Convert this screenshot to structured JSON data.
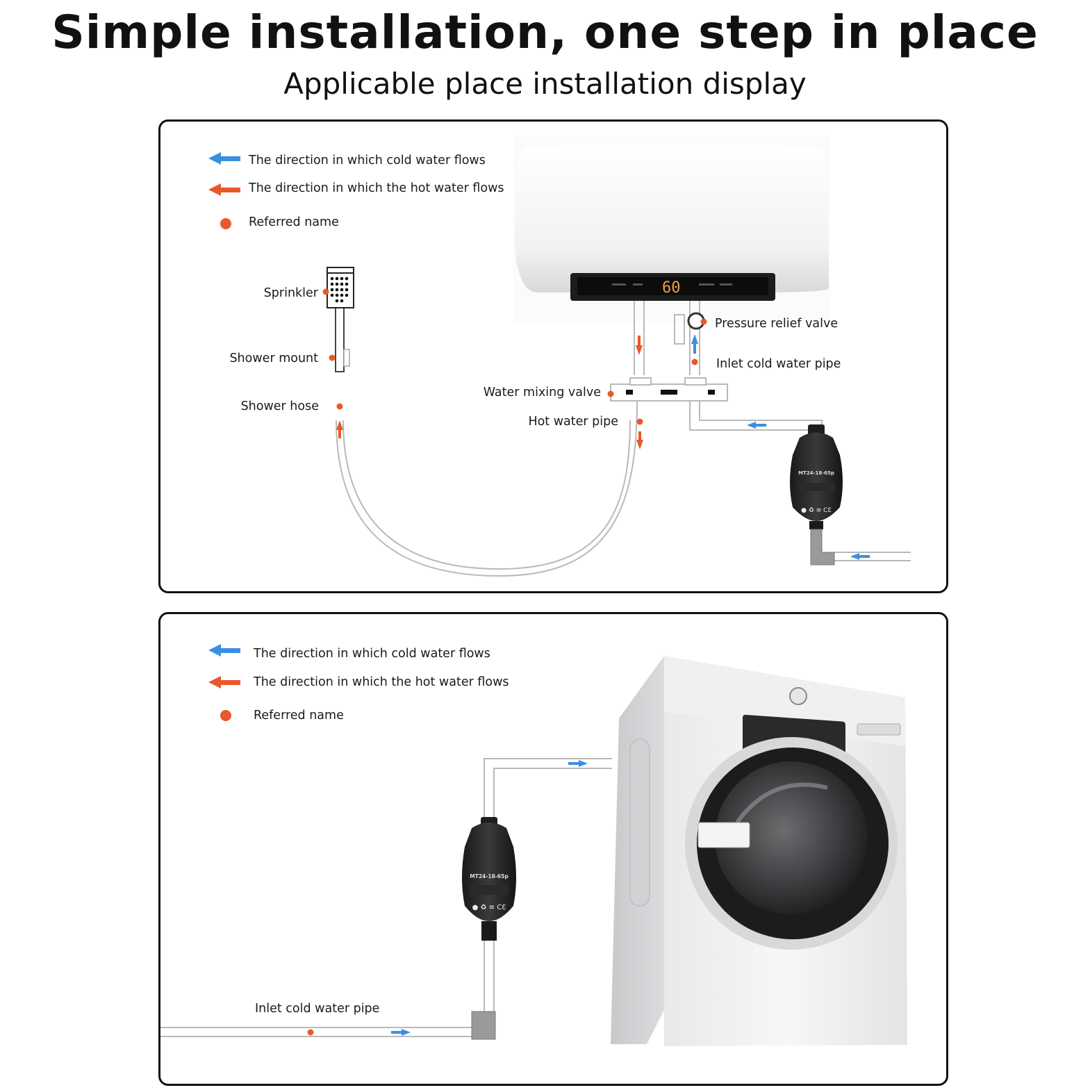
{
  "header": {
    "title": "Simple installation, one step in place",
    "subtitle": "Applicable place installation display"
  },
  "colors": {
    "cold": "#3b8fe0",
    "hot": "#e8582a",
    "marker": "#e8582a",
    "pipe": "#b9b9b9",
    "frame": "#111111"
  },
  "panel_top": {
    "legend": {
      "cold": "The direction in which cold water flows",
      "hot": "The direction in which the hot water flows",
      "marker": "Referred name"
    },
    "labels": {
      "sprinkler": "Sprinkler",
      "shower_mount": "Shower mount",
      "shower_hose": "Shower hose",
      "water_mixing_valve": "Water mixing valve",
      "hot_water_pipe": "Hot water pipe",
      "pressure_relief_valve": "Pressure relief valve",
      "inlet_cold_water_pipe": "Inlet cold water pipe"
    },
    "heater_display": "60",
    "pump_model": "MT24-18-65p"
  },
  "panel_bottom": {
    "legend": {
      "cold": "The direction in which cold water flows",
      "hot": "The direction in which the hot water flows",
      "marker": "Referred name"
    },
    "labels": {
      "inlet_cold_water_pipe": "Inlet cold water pipe"
    },
    "pump_model": "MT24-18-65p"
  }
}
